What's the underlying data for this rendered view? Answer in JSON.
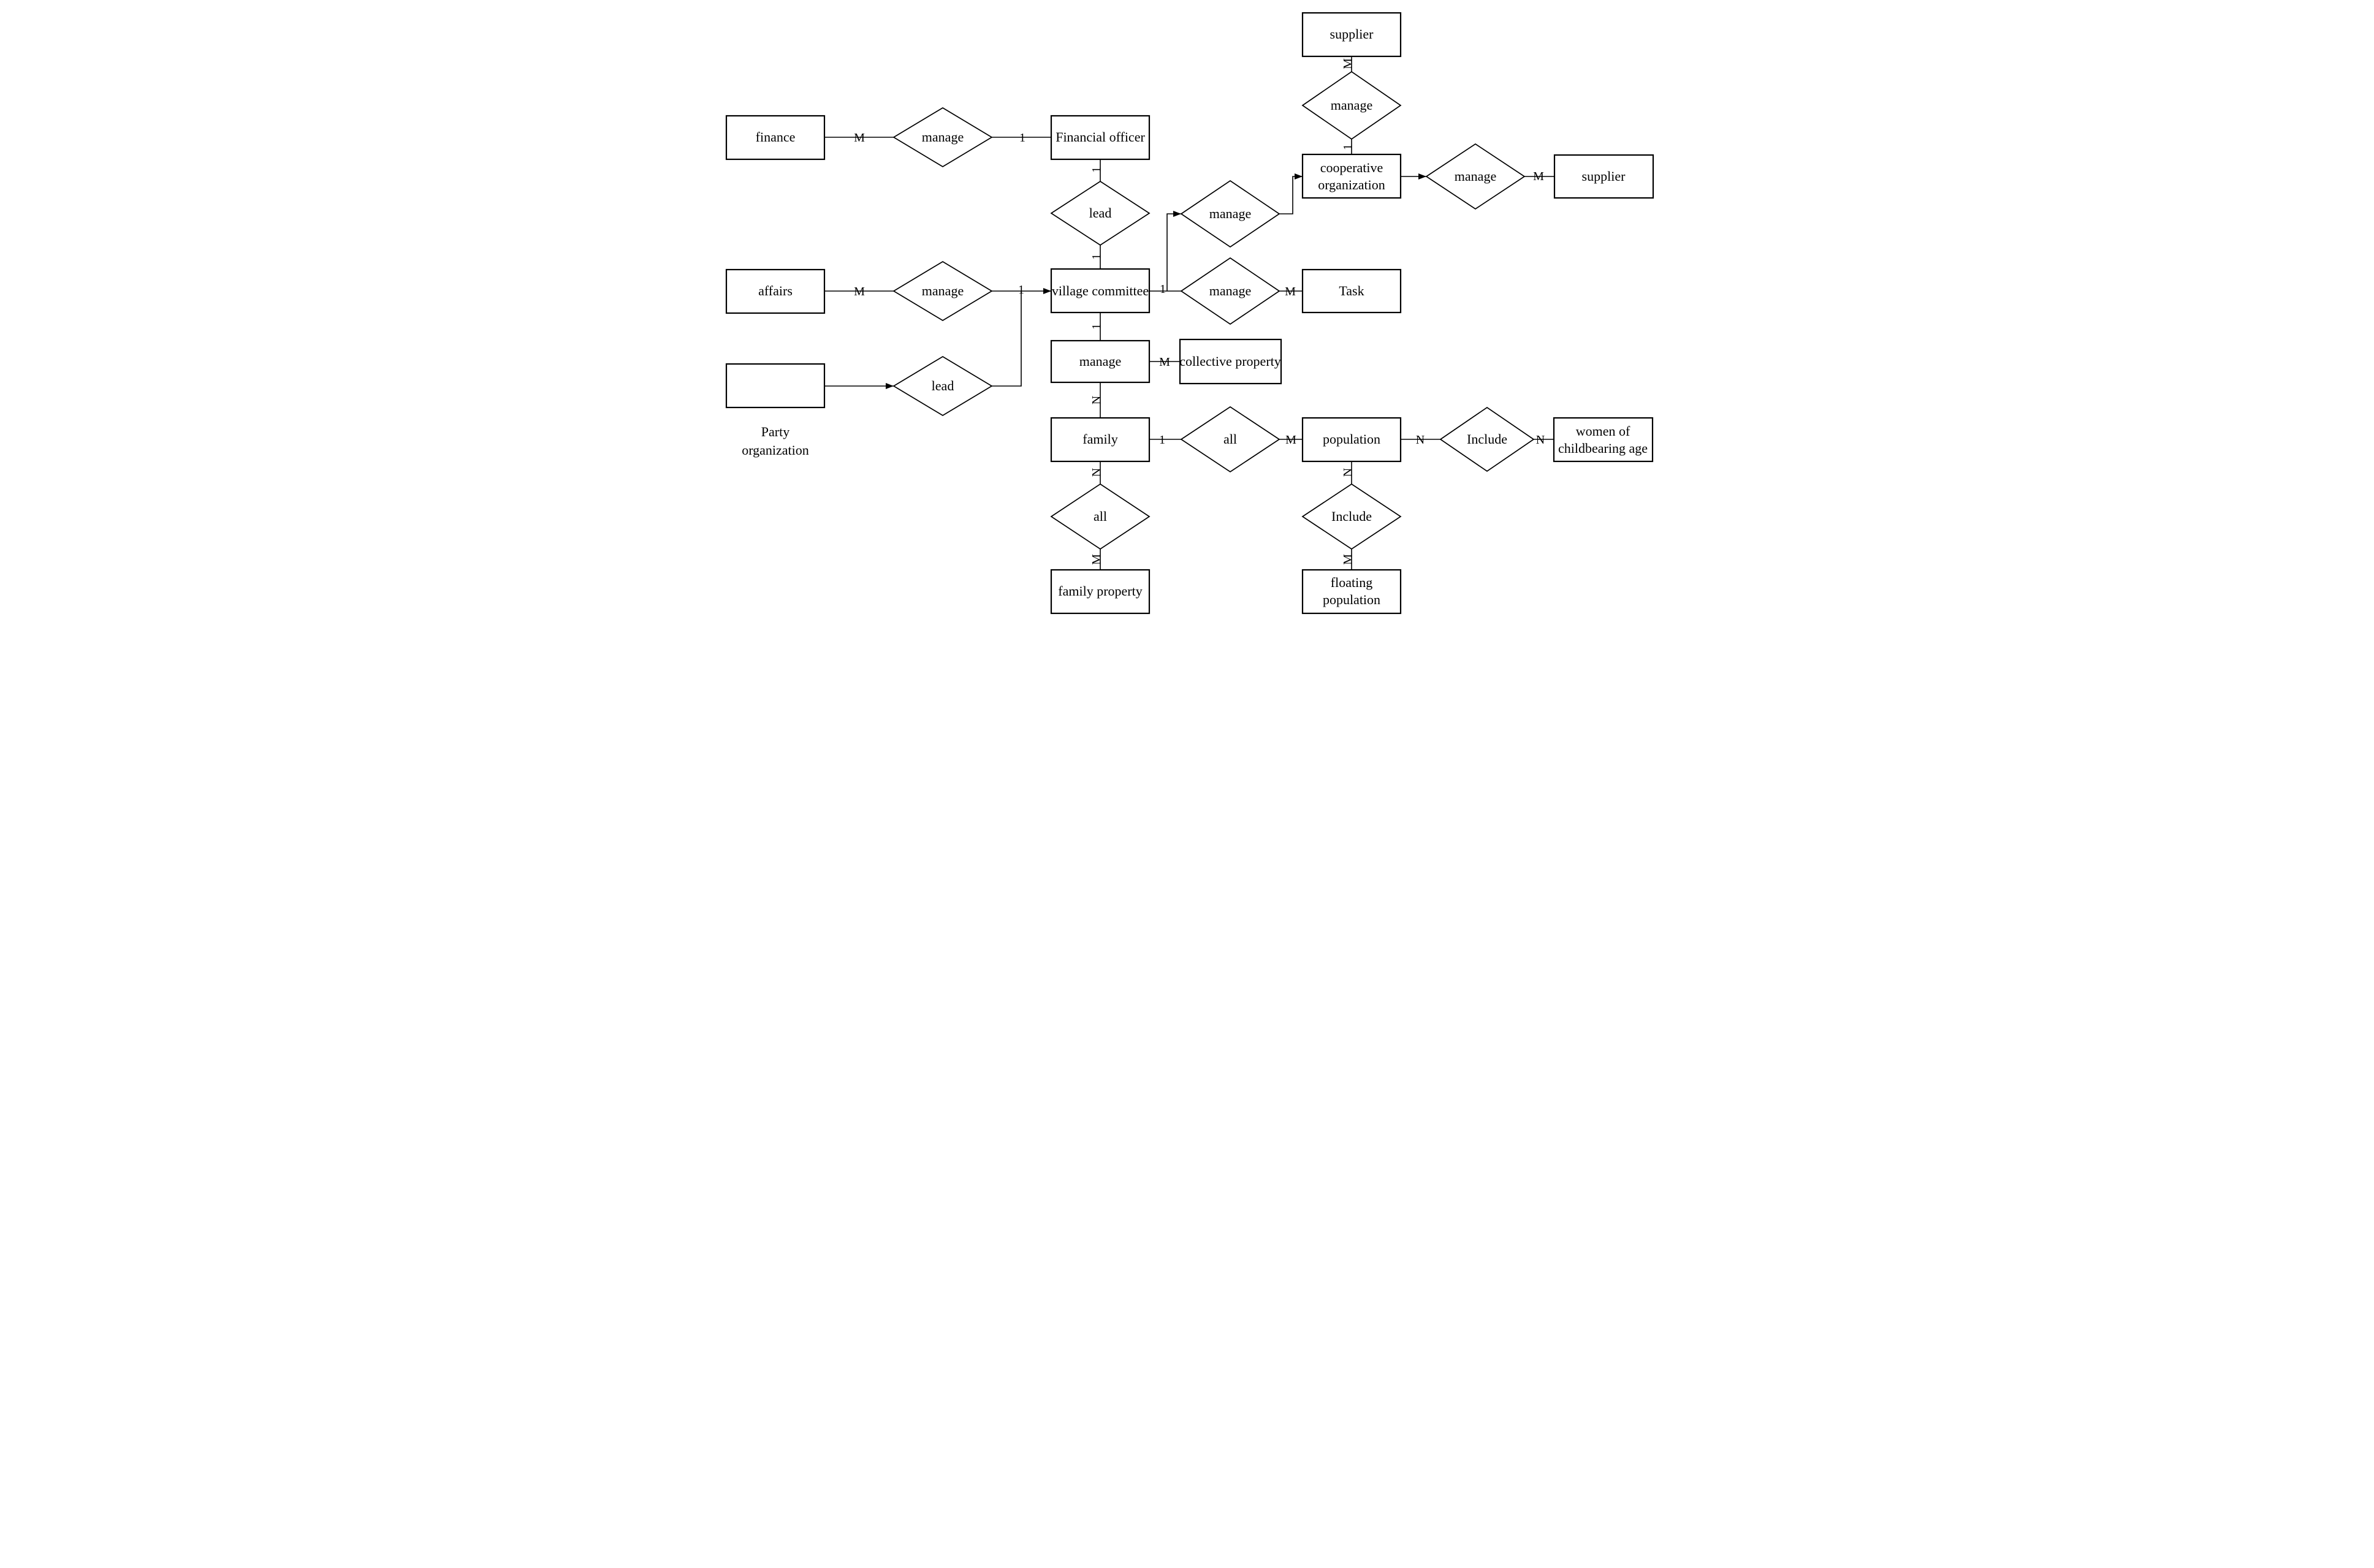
{
  "diagram_type": "entity-relationship",
  "entities": {
    "finance": "finance",
    "affairs": "affairs",
    "party_organization_caption": [
      "Party",
      "organization"
    ],
    "financial_officer": "Financial officer",
    "village_committee": "village committee",
    "manage_action_box": "manage",
    "family": "family",
    "family_property": "family property",
    "supplier_top": "supplier",
    "cooperative_organization": [
      "cooperative",
      "organization"
    ],
    "task": "Task",
    "collective_property": "collective property",
    "population": "population",
    "floating_population": [
      "floating",
      "population"
    ],
    "supplier_right": "supplier",
    "women_of_childbearing_age": [
      "women of",
      "childbearing age"
    ]
  },
  "relationships": {
    "manage_finance": "manage",
    "lead_financial_officer": "lead",
    "manage_affairs": "manage",
    "lead_party": "lead",
    "manage_cooperative": "manage",
    "manage_task": "manage",
    "manage_supplier_top": "manage",
    "manage_supplier_right": "manage",
    "all_population": "all",
    "include_women": "Include",
    "all_family_property": "all",
    "include_floating": "Include"
  },
  "cardinalities": {
    "finance_manage_M": "M",
    "manage_finofficer_1": "1",
    "finofficer_lead_1": "1",
    "lead_village_1": "1",
    "affairs_manage_M": "M",
    "manage_village_1": "1",
    "village_managetask_1": "1",
    "managetask_task_M": "M",
    "supplier_manage_M": "M",
    "manage_coop_1": "1",
    "managesupright_supplier_M": "M",
    "village_managebox_1": "1",
    "managebox_collective_M": "M",
    "managebox_family_N": "N",
    "family_all_1": "1",
    "all_population_M": "M",
    "population_include_N": "N",
    "include_women_N": "N",
    "family_allbottom_N": "N",
    "allbottom_property_M": "M",
    "population_includebottom_N": "N",
    "includebottom_floating_M": "M"
  }
}
